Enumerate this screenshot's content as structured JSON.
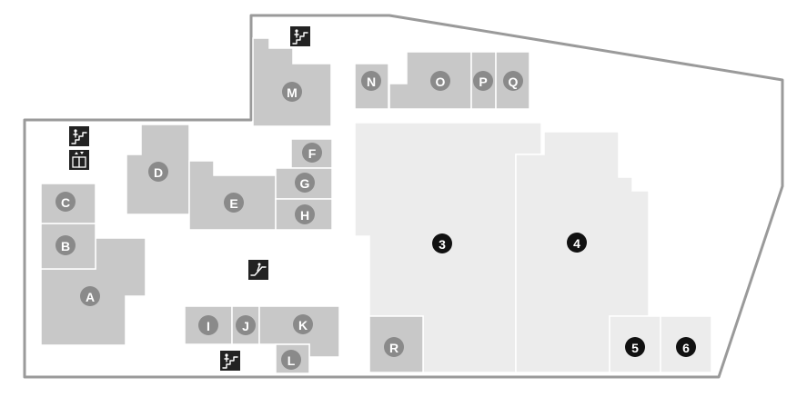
{
  "map": {
    "colors": {
      "outline": "#9a9a9a",
      "unit": "#c8c8c8",
      "large_unit": "#ececec",
      "badge": "#8a8a8a",
      "dark_badge": "#111111",
      "icon_background": "#222222"
    },
    "units": {
      "A": "A",
      "B": "B",
      "C": "C",
      "D": "D",
      "E": "E",
      "F": "F",
      "G": "G",
      "H": "H",
      "I": "I",
      "J": "J",
      "K": "K",
      "L": "L",
      "M": "M",
      "N": "N",
      "O": "O",
      "P": "P",
      "Q": "Q",
      "R": "R"
    },
    "anchors": {
      "a3": "3",
      "a4": "4",
      "a5": "5",
      "a6": "6"
    },
    "icons": [
      "stairs-icon",
      "stairs-icon",
      "stairs-icon",
      "elevator-icon",
      "escalator-icon"
    ]
  }
}
